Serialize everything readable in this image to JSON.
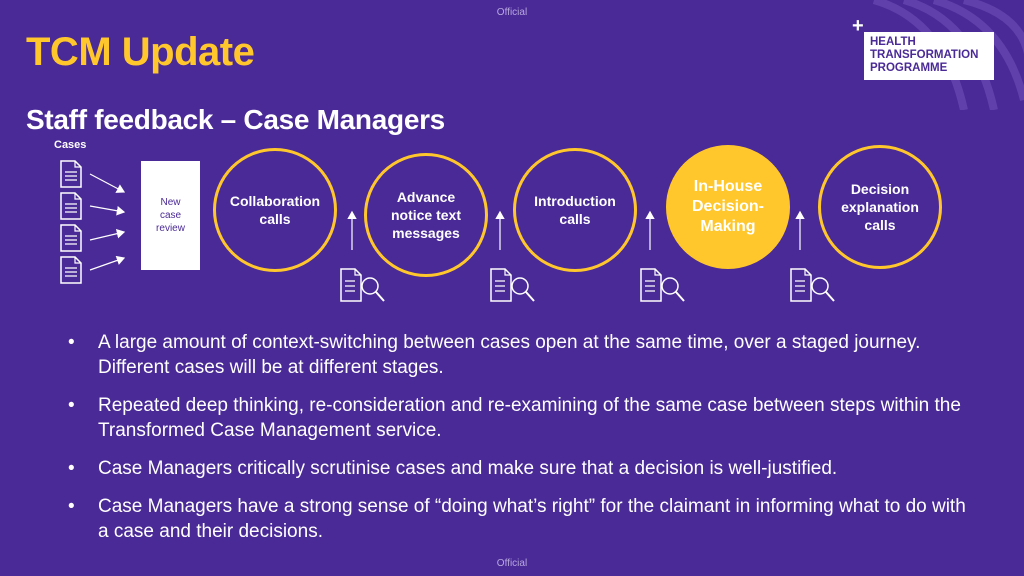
{
  "header": {
    "official_top": "Official",
    "official_bottom": "Official",
    "title": "TCM Update",
    "subtitle": "Staff feedback – Case Managers"
  },
  "logo": {
    "line1": "HEALTH",
    "line2": "TRANSFORMATION",
    "line3": "PROGRAMME"
  },
  "diagram": {
    "cases_label": "Cases",
    "review_box": [
      "New",
      "case",
      "review"
    ],
    "stages": [
      {
        "lines": [
          "Collaboration",
          "calls"
        ]
      },
      {
        "lines": [
          "Advance",
          "notice text",
          "messages"
        ]
      },
      {
        "lines": [
          "Introduction",
          "calls"
        ]
      },
      {
        "lines": [
          "In-House",
          "Decision-",
          "Making"
        ]
      },
      {
        "lines": [
          "Decision",
          "explanation",
          "calls"
        ]
      }
    ]
  },
  "bullets": [
    "A large amount of context-switching between cases open at the same time, over a staged journey. Different cases will be at different stages.",
    "Repeated deep thinking, re-consideration and re-examining of the same case between steps within the Transformed Case Management service.",
    "Case Managers critically scrutinise cases and make sure that a decision is well-justified.",
    "Case Managers have a strong sense of “doing what’s right” for the claimant in informing what to do with a case and their decisions."
  ],
  "colors": {
    "background": "#4a2a96",
    "accent": "#ffc72c",
    "text": "#ffffff"
  }
}
